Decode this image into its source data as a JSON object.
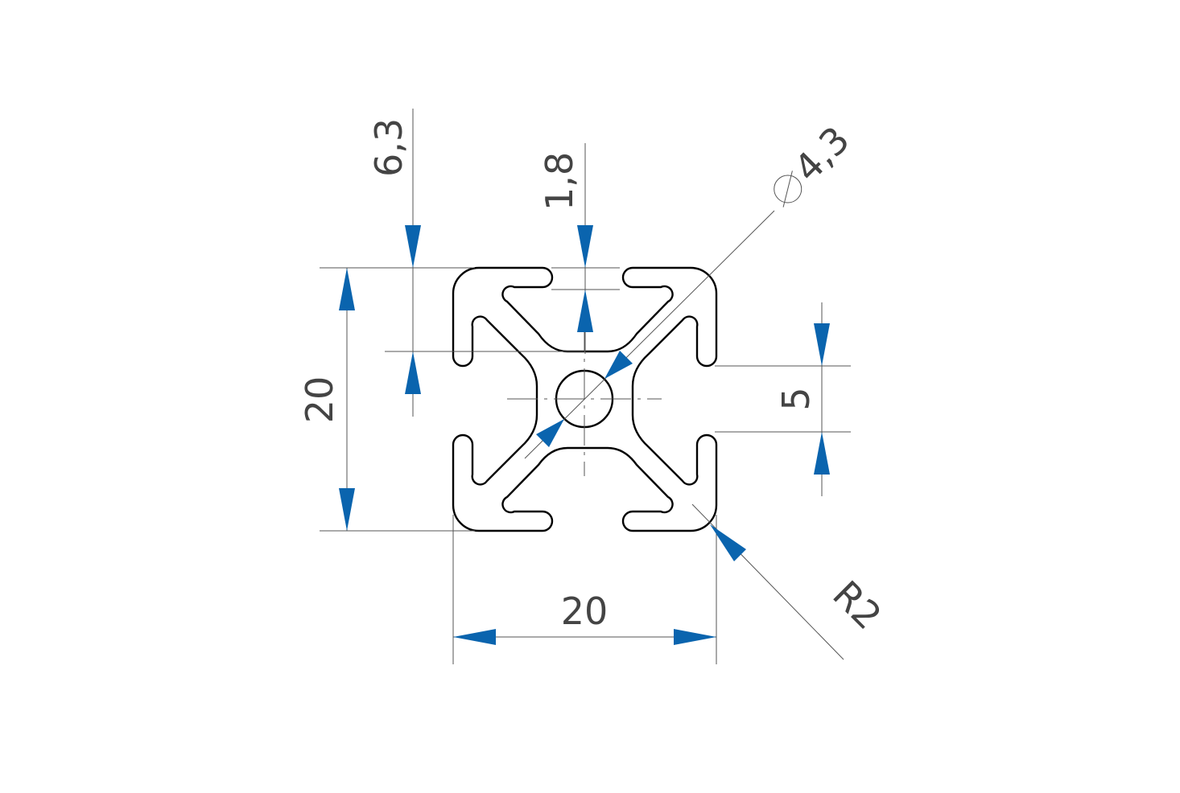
{
  "drawing": {
    "accent_color": "#0A64AE",
    "line_color": "#555555",
    "outline_color": "#000000"
  },
  "dimensions": {
    "slot_depth": "6,3",
    "slot_wall": "1,8",
    "bore_diameter": "4,3",
    "height": "20",
    "slot_width": "5",
    "width": "20",
    "corner_radius": "R2"
  }
}
